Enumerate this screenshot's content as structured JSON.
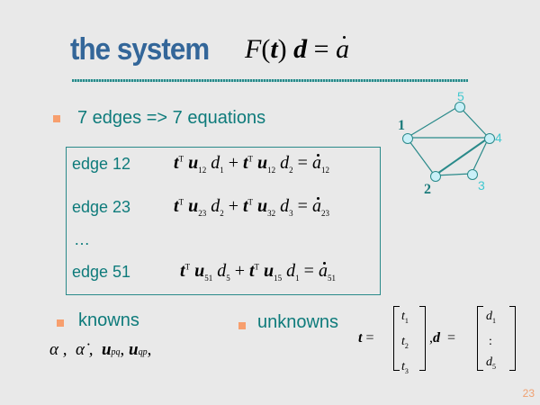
{
  "title": {
    "text": "the system",
    "formula": {
      "F": "F",
      "t": "t",
      "d": "d",
      "eq": "=",
      "rhs": "a"
    }
  },
  "bullets": {
    "edges": "7 edges  =>  7 equations",
    "knowns": "knowns",
    "unknowns": "unknowns"
  },
  "equations": [
    {
      "label": "edge 12",
      "u1": "12",
      "d1": "1",
      "u2": "12",
      "d2": "2",
      "rhs": "12"
    },
    {
      "label": "edge 23",
      "u1": "23",
      "d1": "2",
      "u2": "32",
      "d2": "3",
      "rhs": "23"
    },
    {
      "label": "edge 51",
      "u1": "51",
      "d1": "5",
      "u2": "15",
      "d2": "1",
      "rhs": "51"
    }
  ],
  "ellipsis": "…",
  "symbols": {
    "t": "t",
    "T": "T",
    "u": "u",
    "d": "d",
    "a": "a",
    "plus": "+",
    "equals": "=",
    "comma": ","
  },
  "knowns_list": {
    "alpha": "α ,",
    "alpha_dot": "α̇ ,",
    "upq": "u",
    "upq_sub": "pq",
    "uqp": "u",
    "uqp_sub": "qp",
    "sep": ","
  },
  "vectors": {
    "t": "t",
    "d": "d",
    "t_entries": [
      "t",
      "t",
      "t"
    ],
    "t_subs": [
      "1",
      "2",
      "3"
    ],
    "d_entries": [
      "d",
      ":",
      "d"
    ],
    "d_subs": [
      "1",
      "",
      "5"
    ]
  },
  "graph": {
    "nodes": [
      "1",
      "2",
      "3",
      "4",
      "5"
    ]
  },
  "page_number": "23",
  "colors": {
    "title": "#336699",
    "text": "#0e7b7b",
    "bullet": "#f79f6e",
    "background": "#e9e9e9"
  }
}
